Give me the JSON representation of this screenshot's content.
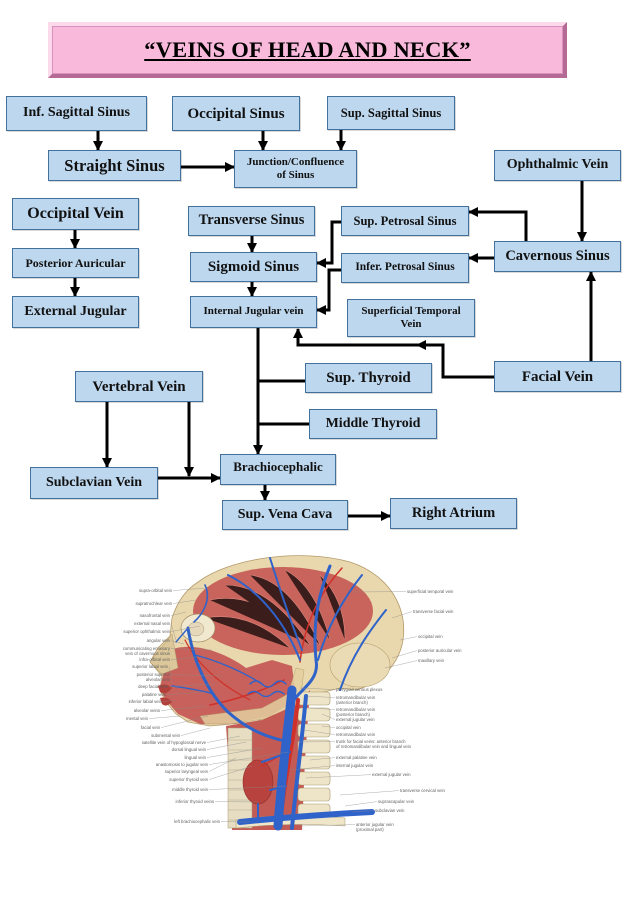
{
  "title": "“VEINS OF HEAD AND NECK”",
  "nodes": {
    "inf_sagittal_sinus": "Inf. Sagittal Sinus",
    "occipital_sinus": "Occipital Sinus",
    "sup_sagittal_sinus": "Sup. Sagittal Sinus",
    "straight_sinus": "Straight Sinus",
    "junction_confluence": [
      "Junction/Confluence",
      "of Sinus"
    ],
    "ophthalmic_vein": "Ophthalmic Vein",
    "occipital_vein": "Occipital Vein",
    "transverse_sinus": "Transverse Sinus",
    "sup_petrosal_sinus": "Sup. Petrosal Sinus",
    "cavernous_sinus": "Cavernous Sinus",
    "posterior_auricular": "Posterior Auricular",
    "sigmoid_sinus": "Sigmoid Sinus",
    "infer_petrosal_sinus": "Infer. Petrosal Sinus",
    "external_jugular": "External Jugular",
    "internal_jugular_vein": "Internal Jugular vein",
    "superficial_temporal_vein": [
      "Superficial Temporal",
      "Vein"
    ],
    "facial_vein": "Facial Vein",
    "vertebral_vein": "Vertebral Vein",
    "sup_thyroid": "Sup. Thyroid",
    "middle_thyroid": "Middle Thyroid",
    "subclavian_vein": "Subclavian Vein",
    "brachiocephalic": "Brachiocephalic",
    "sup_vena_cava": "Sup. Vena Cava",
    "right_atrium": "Right Atrium"
  },
  "illustration": {
    "labels_left": [
      [
        "supra-orbital vein"
      ],
      [
        "supratrochlear vein"
      ],
      [
        "nasofrontal vein"
      ],
      [
        "external nasal vein"
      ],
      [
        "superior ophthalmic vein"
      ],
      [
        "angular vein"
      ],
      [
        "communicating emissary",
        "vein of cavernous sinus"
      ],
      [
        "infra-orbital vein"
      ],
      [
        "superior labial vein"
      ],
      [
        "posterior superior",
        "alveolar vein"
      ],
      [
        "deep facial vein"
      ],
      [
        "palatine vein"
      ],
      [
        "inferior labial vein"
      ],
      [
        "alveolar veins"
      ],
      [
        "mental vein"
      ],
      [
        "facial vein"
      ],
      [
        "submental vein"
      ],
      [
        "satellite vein of hypoglossal nerve"
      ],
      [
        "dorsal lingual vein"
      ],
      [
        "lingual vein"
      ],
      [
        "anastomosis to jugular vein"
      ],
      [
        "superior laryngeal vein"
      ],
      [
        "superior thyroid vein"
      ],
      [
        "middle thyroid vein"
      ],
      [
        "inferior thyroid veins"
      ],
      [
        "left brachiocephalic vein"
      ]
    ],
    "labels_right": [
      [
        "superficial temporal vein"
      ],
      [
        "transverse facial vein"
      ],
      [
        "occipital vein"
      ],
      [
        "posterior auricular vein"
      ],
      [
        "maxillary vein"
      ],
      [
        "pterygoid venous plexus"
      ],
      [
        "retromandibular vein",
        "(anterior branch)"
      ],
      [
        "retromandibular vein",
        "(posterior branch)"
      ],
      [
        "external jugular vein"
      ],
      [
        "occipital vein"
      ],
      [
        "retromandibular vein"
      ],
      [
        "trunk for facial veins: anterior branch",
        "of retromandibular vein and lingual vein"
      ],
      [
        "external palatine vein"
      ],
      [
        "internal jugular vein"
      ],
      [
        "external jugular vein"
      ],
      [
        "transverse cervical vein"
      ],
      [
        "suprascapular vein"
      ],
      [
        "subclavian vein"
      ],
      [
        "anterior jugular vein",
        "(proximal part)"
      ]
    ]
  },
  "colors": {
    "title_background": "#f8b9da",
    "node_fill": "#bdd7ee",
    "node_border": "#41719c",
    "arrow": "#000000",
    "vein": "#2f63c9",
    "artery": "#d0302a",
    "muscle": "#c45a54",
    "bone": "#e9d7ad"
  }
}
